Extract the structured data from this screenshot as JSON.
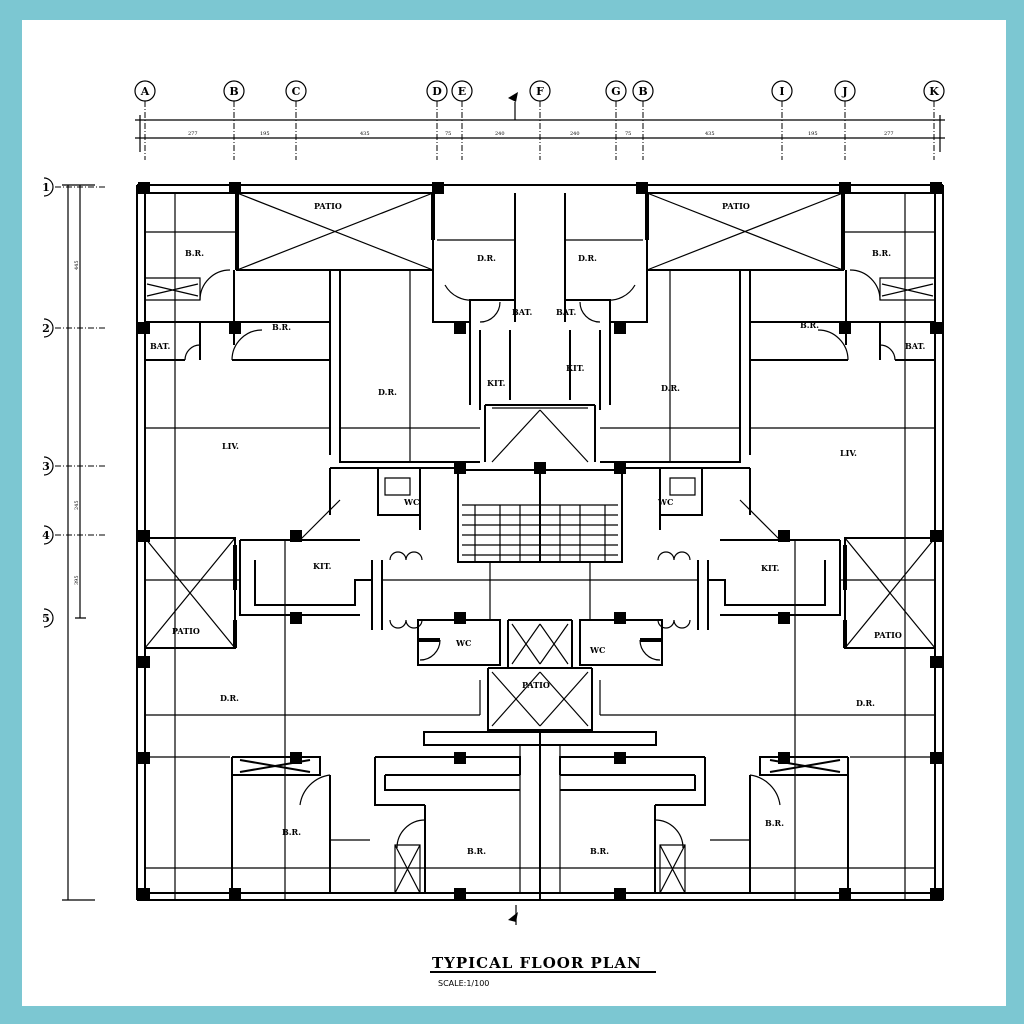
{
  "drawing": {
    "title": "TYPICAL FLOOR PLAN",
    "scale": "SCALE:1/100"
  },
  "grid": {
    "columns": [
      "A",
      "B",
      "C",
      "D",
      "E",
      "F",
      "G",
      "B",
      "I",
      "J",
      "K"
    ],
    "rows": [
      "1",
      "2",
      "3",
      "4",
      "5"
    ]
  },
  "dimensions": {
    "top": [
      "277",
      "195",
      "435",
      "75",
      "240",
      "240",
      "75",
      "435",
      "195",
      "277"
    ],
    "left": [
      "445",
      "245",
      "395"
    ]
  },
  "rooms": {
    "patio": "PATIO",
    "bedroom": "B.R.",
    "bath": "BAT.",
    "dining": "D.R.",
    "kitchen": "KIT.",
    "living": "LIV.",
    "wc": "WC"
  },
  "colors": {
    "border": "#7cc7d2",
    "ink": "#000000",
    "paper": "#ffffff"
  }
}
